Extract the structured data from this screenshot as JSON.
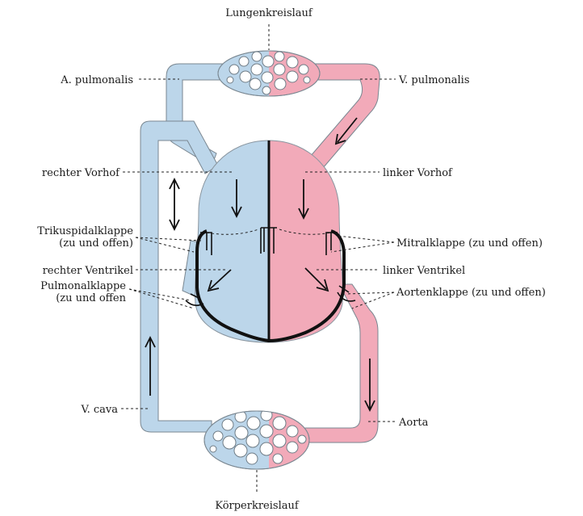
{
  "colors": {
    "venous": "#bcd6ea",
    "arterial": "#f2aab9",
    "outline": "#7a8791",
    "wall": "#111111"
  },
  "labels": {
    "lungenkreislauf": "Lungenkreislauf",
    "koerperkreislauf": "Körperkreislauf",
    "a_pulmonalis": "A. pulmonalis",
    "v_pulmonalis": "V. pulmonalis",
    "rechter_vorhof": "rechter Vorhof",
    "linker_vorhof": "linker Vorhof",
    "trikuspidal_1": "Trikuspidalklappe",
    "trikuspidal_2": "(zu und offen)",
    "mitral": "Mitralklappe (zu und offen)",
    "rechter_ventrikel": "rechter Ventrikel",
    "linker_ventrikel": "linker Ventrikel",
    "pulmonal_1": "Pulmonalklappe",
    "pulmonal_2": "(zu und offen",
    "aorten": "Aortenklappe (zu und offen)",
    "v_cava": "V. cava",
    "aorta": "Aorta"
  }
}
